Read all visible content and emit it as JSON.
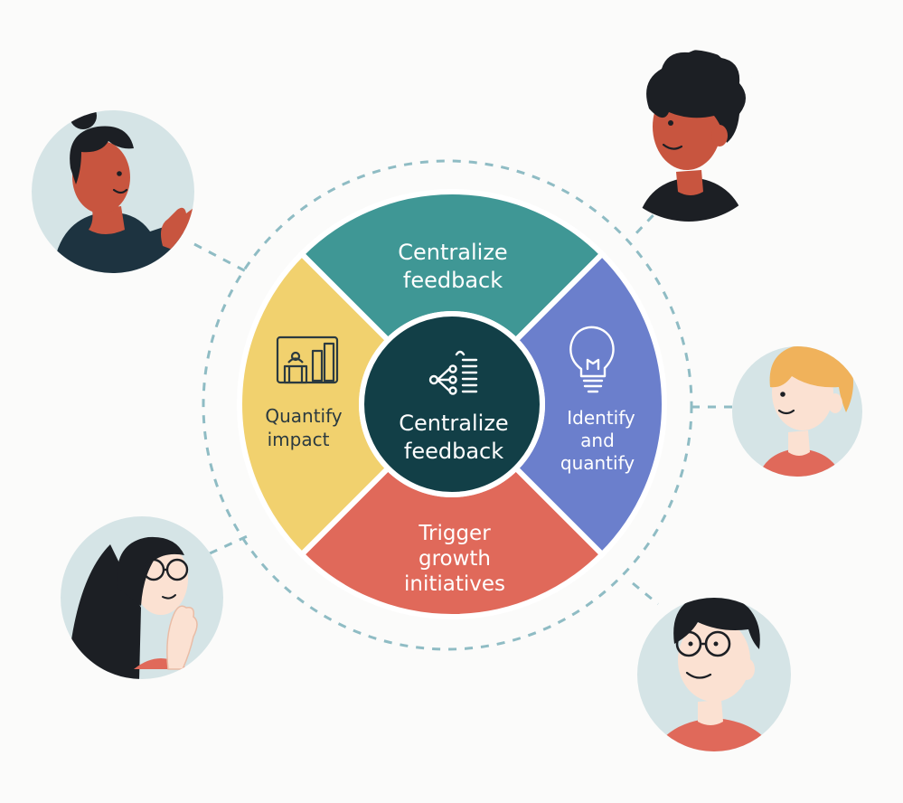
{
  "diagram": {
    "center": {
      "label_line1": "Centralize",
      "label_line2": "feedback",
      "icon": "flow-network-icon"
    },
    "segments": [
      {
        "id": "top",
        "line1": "Centralize",
        "line2": "feedback",
        "line3": "",
        "color": "#3f9795",
        "text_color": "#ffffff"
      },
      {
        "id": "right",
        "line1": "Identify",
        "line2": "and",
        "line3": "quantify",
        "color": "#6b7fcc",
        "text_color": "#ffffff",
        "icon": "lightbulb-icon"
      },
      {
        "id": "bottom",
        "line1": "Trigger",
        "line2": "growth",
        "line3": "initiatives",
        "color": "#e0695a",
        "text_color": "#ffffff"
      },
      {
        "id": "left",
        "line1": "Quantify",
        "line2": "impact",
        "line3": "",
        "color": "#f1d16e",
        "text_color": "#2b3a40",
        "icon": "bar-chart-icon"
      }
    ],
    "people": [
      {
        "id": "woman-waving",
        "icon": "person-waving-avatar"
      },
      {
        "id": "man-curly",
        "icon": "person-curly-hair-avatar"
      },
      {
        "id": "man-blond",
        "icon": "person-blond-avatar"
      },
      {
        "id": "woman-glasses",
        "icon": "person-glasses-long-hair-avatar"
      },
      {
        "id": "man-glasses",
        "icon": "person-glasses-avatar"
      }
    ],
    "colors": {
      "center": "#123f47",
      "dashed_ring": "#8fbcc4",
      "avatar_bg": "#d5e4e6",
      "skin_dark": "#c8553f",
      "skin_light": "#fbe1d2",
      "hair_dark": "#1c1f24",
      "hair_blond": "#f0b25b",
      "shirt_red": "#e0695a",
      "shirt_navy": "#1d3340"
    }
  }
}
